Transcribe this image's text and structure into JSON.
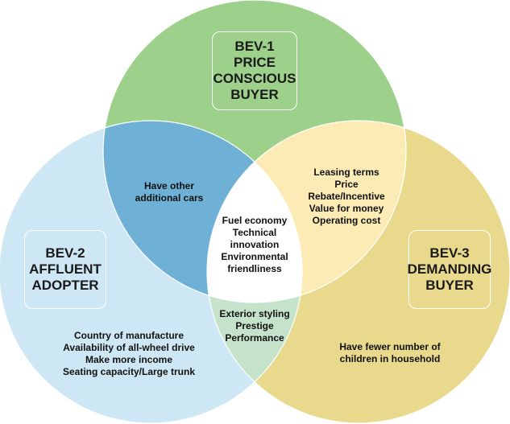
{
  "segments": {
    "bev1": {
      "title_lines": [
        "BEV-1",
        "PRICE",
        "CONSCIOUS",
        "BUYER"
      ],
      "color": "#9dd18b"
    },
    "bev2": {
      "title_lines": [
        "BEV-2",
        "AFFLUENT",
        "ADOPTER"
      ],
      "color": "#cde8f4",
      "attributes": [
        "Country of manufacture",
        "Availability of all-wheel drive",
        "Make more income",
        "Seating capacity/Large trunk"
      ]
    },
    "bev3": {
      "title_lines": [
        "BEV-3",
        "DEMANDING",
        "BUYER"
      ],
      "color": "#e9d98c",
      "attributes": [
        "Have fewer number of",
        "children in household"
      ]
    }
  },
  "overlaps": {
    "bev1_bev2": {
      "lines": [
        "Have other",
        "additional cars"
      ],
      "color": "#6fb1d6"
    },
    "bev1_bev3": {
      "lines": [
        "Leasing terms",
        "Price",
        "Rebate/Incentive",
        "Value for money",
        "Operating cost"
      ],
      "color": "#fcebb5"
    },
    "bev2_bev3": {
      "lines": [
        "Exterior styling",
        "Prestige",
        "Performance"
      ],
      "color": "#c5e2cb"
    },
    "all": {
      "lines": [
        "Fuel economy",
        "Technical",
        "innovation",
        "Environmental",
        "friendliness"
      ],
      "color": "#ffffff"
    }
  }
}
